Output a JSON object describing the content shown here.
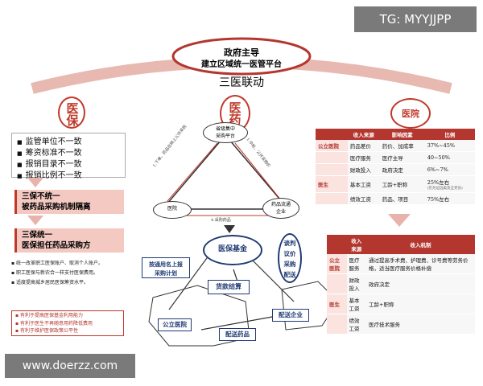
{
  "watermark_top": "TG: MYYJJPP",
  "watermark_bottom": "www.doerzz.com",
  "header": {
    "line1": "政府主导",
    "line2": "建立区域统一医管平台",
    "subtitle": "三医联动"
  },
  "circles": {
    "yibao": "医保",
    "yiyao": "医药",
    "yiyuan": "医院"
  },
  "left": {
    "bullets": [
      "监管单位不一致",
      "筹资标准不一致",
      "报销目录不一致",
      "报销比例不一致"
    ],
    "box1": [
      "三保不统一",
      "被药品采购机制隔离"
    ],
    "box2": [
      "三保统一",
      "医保担任药品采购方"
    ],
    "small_list": [
      "统一改革职工医保账户、取消个人账户。",
      "职工医保与新农合一样支付医保费用。",
      "适度提高城乡居民医保筹资水平。"
    ],
    "small_box": [
      "有利于提高医保基金利用能力",
      "有利于医生不再随意用药降低费用",
      "有利于维护医保政策公平性"
    ]
  },
  "triangle": {
    "top": [
      "省级集中",
      "采购平台"
    ],
    "bottom_left": "医院",
    "bottom_right": [
      "药品流通",
      "企业"
    ],
    "left_edge": "1.下单，药品在网上公开采购",
    "right_edge": "1.中标，公开采购价",
    "bottom_edge": "4.采购药品"
  },
  "right_table1": {
    "headers": [
      "",
      "收入来源",
      "影响因素",
      "比例"
    ],
    "rows": [
      [
        "公立医院",
        "药品差价",
        "药价、加成率",
        "37%~45%"
      ],
      [
        "",
        "医疗服务",
        "医疗主导",
        "40~50%"
      ],
      [
        "",
        "财政投入",
        "政府决定",
        "6%~7%"
      ],
      [
        "医生",
        "基本工资",
        "工龄+职称",
        "25%左右"
      ],
      [
        "",
        "绩效工资",
        "药品、项目",
        "75%左右"
      ]
    ],
    "note": "(仍为边远类及全党员)"
  },
  "right_table2": {
    "headers": [
      "",
      "收入来源",
      "收入机制"
    ],
    "rows": [
      [
        "公立医院",
        "医疗服务",
        "通过提高手术费、护理费、诊号费等劳务价格，适当医疗服务价格补偿"
      ],
      [
        "",
        "财政投入",
        "政府决定"
      ],
      [
        "医生",
        "基本工资",
        "工龄+职称"
      ],
      [
        "",
        "绩效工资",
        "医疗技术服务"
      ]
    ]
  },
  "bottom_diagram": {
    "fund": "医保基金",
    "plan": [
      "按通用名上报",
      "采购计划"
    ],
    "settle": "货款结算",
    "hospital": "公立医院",
    "enterprise": "配送企业",
    "deliver": "配送药品",
    "negotiate": [
      "谈判",
      "议价",
      "采购",
      "配送"
    ]
  }
}
